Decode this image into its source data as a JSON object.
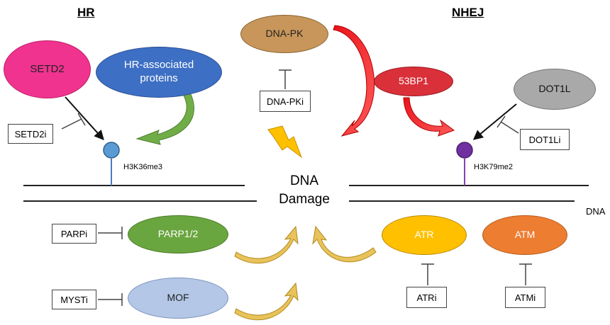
{
  "headers": {
    "hr": "HR",
    "nhej": "NHEJ"
  },
  "center": {
    "line1": "DNA",
    "line2": "Damage"
  },
  "dna_label": "DNA",
  "marks": {
    "h3k36": "H3K36me3",
    "h3k79": "H3K79me2"
  },
  "nodes": {
    "setd2": "SETD2",
    "hr_proteins_1": "HR-associated",
    "hr_proteins_2": "proteins",
    "dnapk": "DNA-PK",
    "bp53": "53BP1",
    "dot1l": "DOT1L",
    "parp": "PARP1/2",
    "mof": "MOF",
    "atr": "ATR",
    "atm": "ATM"
  },
  "inhibitors": {
    "setd2i": "SETD2i",
    "dnapki": "DNA-PKi",
    "dot1li": "DOT1Li",
    "parpi": "PARPi",
    "mysti": "MYSTi",
    "atri": "ATRi",
    "atmi": "ATMi"
  },
  "colors": {
    "setd2": "#f0338f",
    "hr_proteins": "#3d6fc4",
    "dnapk": "#c8965a",
    "bp53": "#d9303a",
    "dot1l": "#a9a9a9",
    "parp": "#6aa63f",
    "mof": "#b4c7e7",
    "atr": "#ffc000",
    "atm": "#ed7d31",
    "green_arrow": "#70ad47",
    "red_arrow": "#e8121a",
    "gold_arrow": "#e8c25a",
    "blue_dot": "#5b9bd5",
    "purple_dot": "#7030a0",
    "bolt": "#ffc000"
  }
}
